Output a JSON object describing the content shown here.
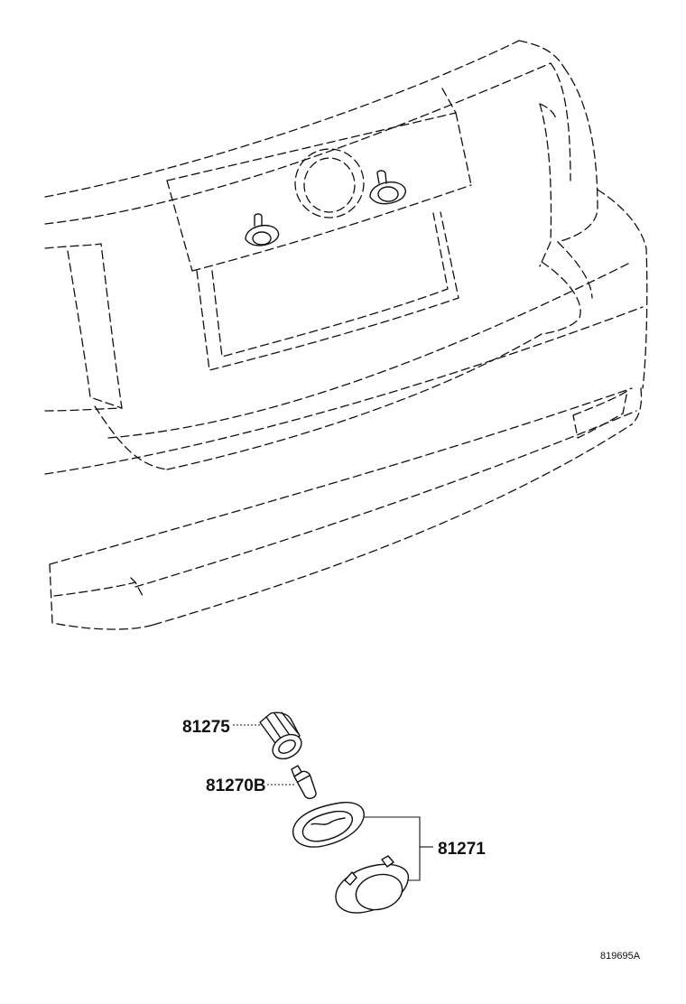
{
  "parts": [
    {
      "number": "81275"
    },
    {
      "number": "81270B"
    },
    {
      "number": "81271"
    }
  ],
  "illustration_ref": "819695A"
}
